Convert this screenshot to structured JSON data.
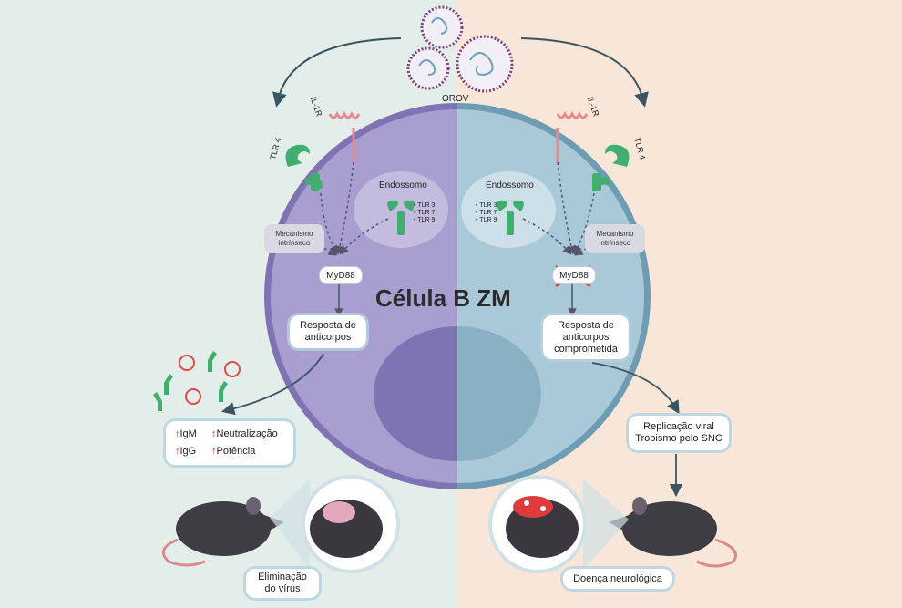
{
  "virus_label": "OROV",
  "cell_label": "Célula B ZM",
  "left": {
    "il1r": "IL-1R",
    "tlr4": "TLR 4",
    "endosome": "Endossomo",
    "tlr_list": [
      "• TLR 3",
      "• TLR 7",
      "• TLR 9"
    ],
    "mechanism": [
      "Mecanismo",
      "intrínseco"
    ],
    "myd88": "MyD88",
    "response": [
      "Resposta de",
      "anticorpos"
    ],
    "outcomes": {
      "igm": "IgM",
      "igg": "IgG",
      "neutralization": "Neutralização",
      "potency": "Potência"
    },
    "result": [
      "Eliminação",
      "do vírus"
    ]
  },
  "right": {
    "il1r": "IL-1R",
    "tlr4": "TLR 4",
    "endosome": "Endossomo",
    "tlr_list": [
      "• TLR 3",
      "• TLR 7",
      "• TLR 9"
    ],
    "mechanism": [
      "Mecanismo",
      "intrínseco"
    ],
    "myd88": "MyD88",
    "response": [
      "Resposta de",
      "anticorpos",
      "comprometida"
    ],
    "effects": [
      "Replicação viral",
      "Tropismo pelo SNC"
    ],
    "result": "Doença neurológica"
  },
  "colors": {
    "left_bg": "#e3eeea",
    "right_bg": "#f8e7d8",
    "cell_left": "#a69bcc",
    "cell_right": "#a8c7d6",
    "receptor_green": "#3fae6e",
    "il1r_pink": "#e78a8e",
    "virus_purple": "#7d3f7a"
  }
}
